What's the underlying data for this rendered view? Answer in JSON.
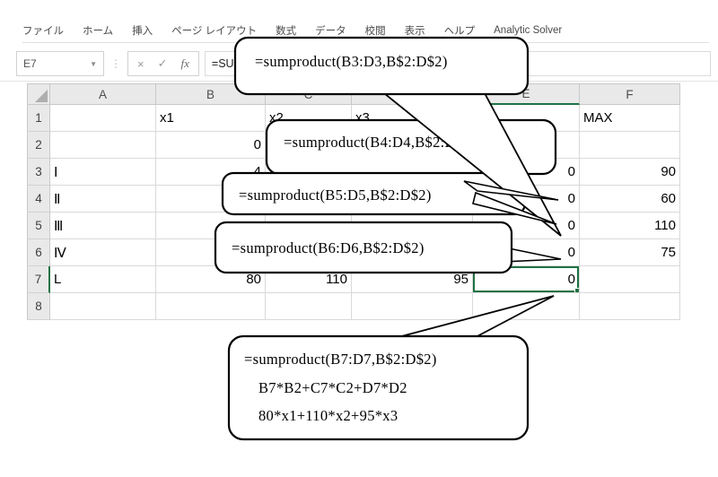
{
  "menu": {
    "tabs": [
      "ファイル",
      "ホーム",
      "挿入",
      "ページ レイアウト",
      "数式",
      "データ",
      "校閲",
      "表示",
      "ヘルプ",
      "Analytic Solver"
    ]
  },
  "formula_bar": {
    "name_box": "E7",
    "cancel": "×",
    "enter": "✓",
    "fx": "fx",
    "formula": "=SUM"
  },
  "sheet": {
    "col_headers": [
      "A",
      "B",
      "C",
      "D",
      "E",
      "F"
    ],
    "row_headers": [
      "1",
      "2",
      "3",
      "4",
      "5",
      "6",
      "7",
      "8"
    ],
    "selected_cell": "E7",
    "cells": {
      "B1": "x1",
      "C1": "x2",
      "D1": "x3",
      "F1": "MAX",
      "B2": "0",
      "A3": "Ⅰ",
      "B3": "4",
      "E3": "0",
      "F3": "90",
      "A4": "Ⅱ",
      "E4": "0",
      "F4": "60",
      "A5": "Ⅲ",
      "E5": "0",
      "F5": "110",
      "A6": "Ⅳ",
      "E6": "0",
      "F6": "75",
      "A7": "L",
      "B7": "80",
      "C7": "110",
      "D7": "95",
      "E7": "0"
    }
  },
  "callouts": {
    "c1": "=sumproduct(B3:D3,B$2:D$2)",
    "c2": "=sumproduct(B4:D4,B$2:D$2)",
    "c3": "=sumproduct(B5:D5,B$2:D$2)",
    "c4": "=sumproduct(B6:D6,B$2:D$2)",
    "c5_line1": "=sumproduct(B7:D7,B$2:D$2)",
    "c5_line2": "B7*B2+C7*C2+D7*D2",
    "c5_line3": "80*x1+110*x2+95*x3"
  },
  "colors": {
    "accent_green": "#1f7244",
    "grid_line": "#d9d9d9",
    "header_bg": "#e9e9e9"
  }
}
